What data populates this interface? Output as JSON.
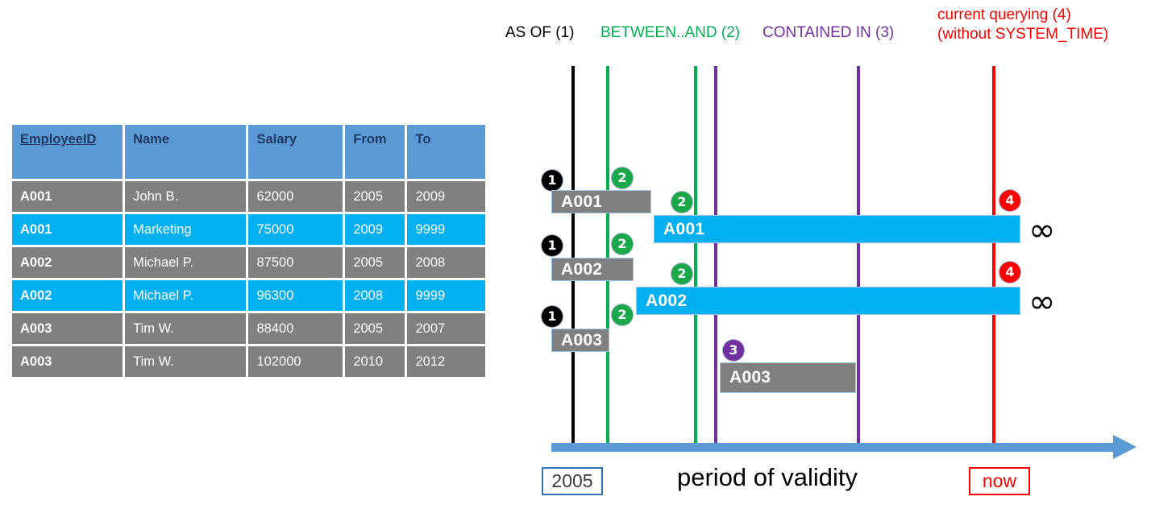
{
  "table": {
    "columns": [
      {
        "label": "EmployeeID",
        "underline": true
      },
      {
        "label": "Name",
        "underline": false
      },
      {
        "label": "Salary",
        "underline": false
      },
      {
        "label": "From",
        "underline": false
      },
      {
        "label": "To",
        "underline": false
      }
    ],
    "rows": [
      {
        "style": "gray",
        "EmployeeID": "A001",
        "Name": "John  B.",
        "Salary": "62000",
        "From": "2005",
        "To": "2009"
      },
      {
        "style": "cyan",
        "EmployeeID": "A001",
        "Name": "Marketing",
        "Salary": "75000",
        "From": "2009",
        "To": "9999"
      },
      {
        "style": "gray",
        "EmployeeID": "A002",
        "Name": "Michael P.",
        "Salary": "87500",
        "From": "2005",
        "To": "2008"
      },
      {
        "style": "cyan",
        "EmployeeID": "A002",
        "Name": "Michael P.",
        "Salary": "96300",
        "From": "2008",
        "To": "9999"
      },
      {
        "style": "gray",
        "EmployeeID": "A003",
        "Name": "Tim W.",
        "Salary": "88400",
        "From": "2005",
        "To": "2007"
      },
      {
        "style": "gray",
        "EmployeeID": "A003",
        "Name": "Tim W.",
        "Salary": "102000",
        "From": "2010",
        "To": "2012"
      }
    ],
    "header_color": "#5B9BD5",
    "header_text_color": "#1F3864",
    "gray_row_color": "#808080",
    "cyan_row_color": "#00B0F0"
  },
  "legend": {
    "as_of": {
      "text": "AS OF (1)",
      "color": "#000000"
    },
    "between_and": {
      "text": "BETWEEN..AND (2)",
      "color": "#00B050"
    },
    "contained_in": {
      "text": "CONTAINED IN (3)",
      "color": "#7030A0"
    },
    "current_line1": {
      "text": "current querying (4)",
      "color": "#FF0000"
    },
    "current_line2": {
      "text": "(without SYSTEM_TIME)",
      "color": "#FF0000"
    }
  },
  "timeline": {
    "axis_label": "period of validity",
    "start_tag": "2005",
    "end_tag": "now",
    "axis_color": "#5B9BD5",
    "infinity_symbol": "∞",
    "vertical_lines": [
      {
        "name": "as-of-black",
        "color": "#000000",
        "query": "1"
      },
      {
        "name": "between-start-green",
        "color": "#00B050",
        "query": "2"
      },
      {
        "name": "between-end-green",
        "color": "#00B050",
        "query": "2"
      },
      {
        "name": "contained-start-purple",
        "color": "#7030A0",
        "query": "3"
      },
      {
        "name": "contained-end-purple",
        "color": "#7030A0",
        "query": "3"
      },
      {
        "name": "now-red",
        "color": "#FF0000",
        "query": "4"
      }
    ],
    "bars": [
      {
        "label": "A001",
        "style": "gray",
        "badges": [
          "1",
          "2"
        ]
      },
      {
        "label": "A001",
        "style": "cyan",
        "badges": [
          "2",
          "4"
        ],
        "open_ended": true
      },
      {
        "label": "A002",
        "style": "gray",
        "badges": [
          "1",
          "2"
        ]
      },
      {
        "label": "A002",
        "style": "cyan",
        "badges": [
          "2",
          "4"
        ],
        "open_ended": true
      },
      {
        "label": "A003",
        "style": "gray",
        "badges": [
          "1",
          "2"
        ]
      },
      {
        "label": "A003",
        "style": "gray",
        "badges": [
          "3"
        ]
      }
    ]
  },
  "badges": {
    "one": "1",
    "two": "2",
    "three": "3",
    "four": "4"
  }
}
